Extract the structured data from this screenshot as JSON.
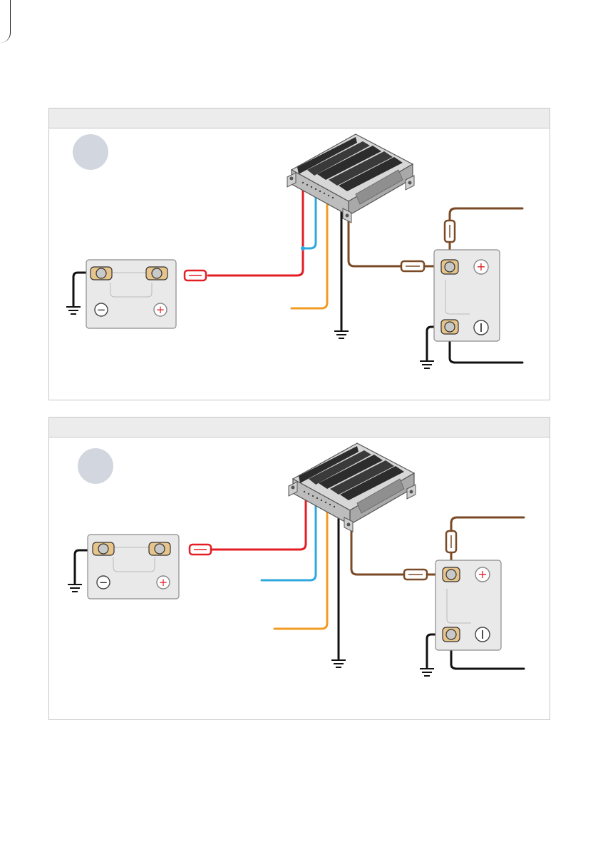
{
  "panels": [
    {
      "header": "",
      "step": "",
      "starter_battery": {
        "neg_symbol": "−",
        "pos_symbol": "+",
        "neg_terminal_connected": true,
        "pos_terminal_connected": true
      },
      "aux_battery": {
        "pos_symbol": "+",
        "neg_symbol": "−"
      },
      "blue_wire_route": "joins-red",
      "orange_wire_route": "separate"
    },
    {
      "header": "",
      "step": "",
      "starter_battery": {
        "neg_symbol": "−",
        "pos_symbol": "+",
        "neg_terminal_connected": true,
        "pos_terminal_connected": true
      },
      "aux_battery": {
        "pos_symbol": "+",
        "neg_symbol": "−"
      },
      "blue_wire_route": "separate",
      "orange_wire_route": "separate"
    }
  ],
  "colors": {
    "red_wire": "#e31e24",
    "blue_wire": "#2fa8df",
    "orange_wire": "#f29b23",
    "brown_wire": "#7a4a26",
    "black_wire": "#111111",
    "battery_body": "#e9e9e9",
    "terminal": "#e7c48a",
    "panel_header": "#ececec",
    "badge": "#d2d6de"
  },
  "icons": [
    "battery-icon",
    "dc-charger-icon",
    "fuse-icon",
    "ground-icon",
    "terminal-clamp-icon"
  ]
}
